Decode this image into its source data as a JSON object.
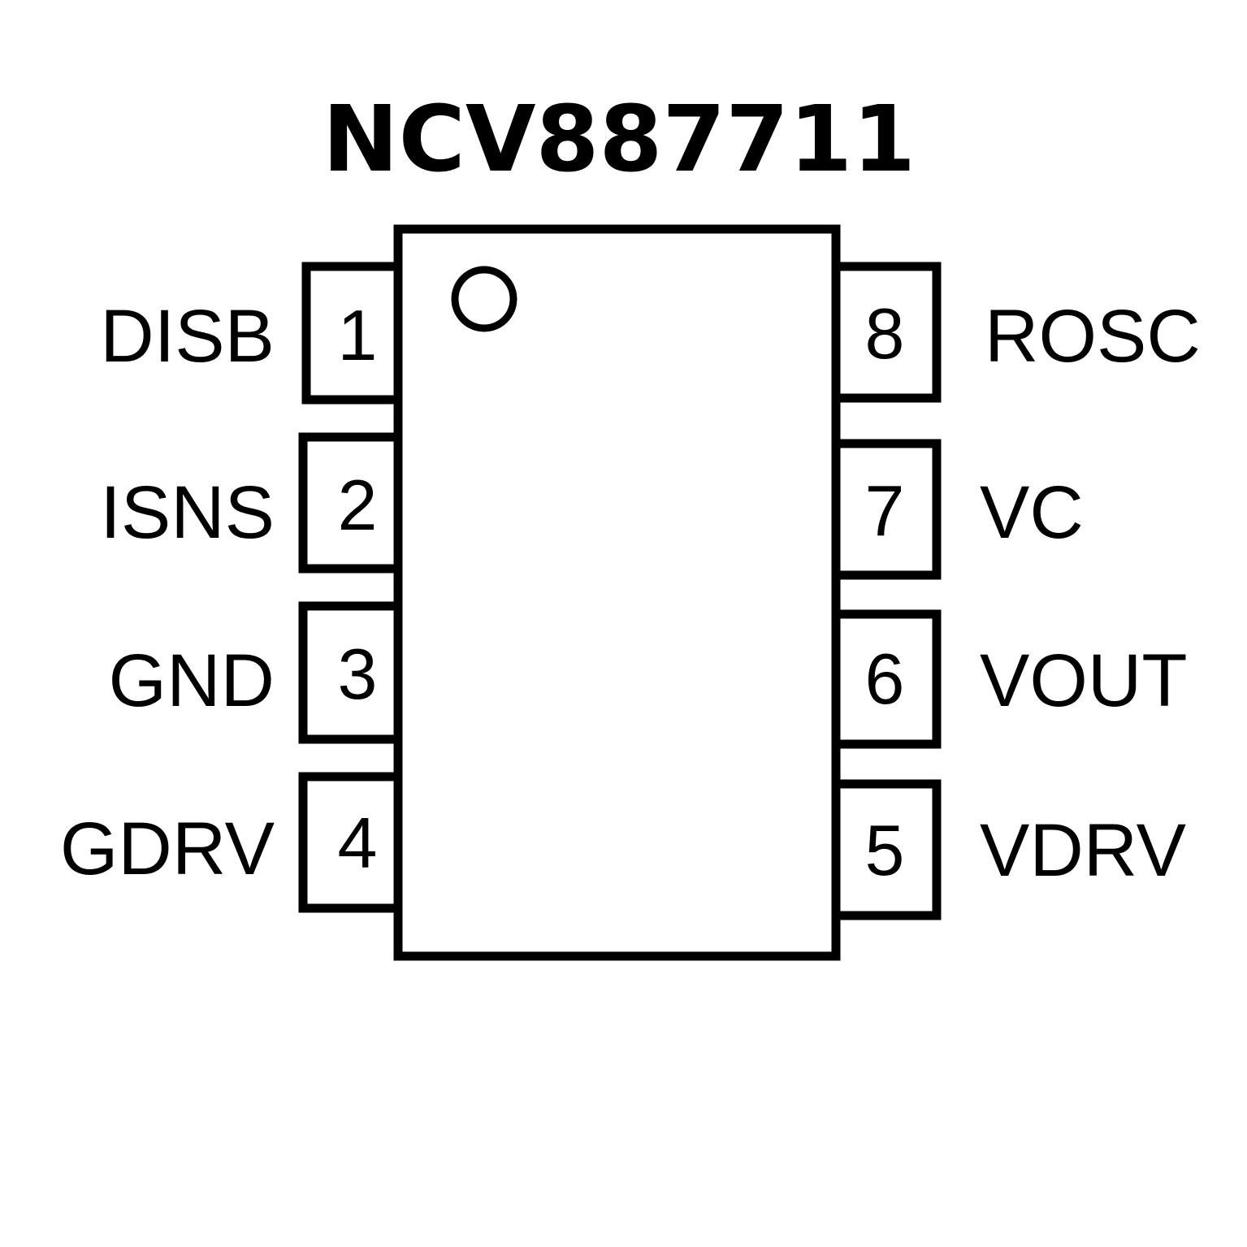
{
  "title": "NCV887711",
  "pins": [
    {
      "number": "1",
      "label": "DISB"
    },
    {
      "number": "2",
      "label": "ISNS"
    },
    {
      "number": "3",
      "label": "GND"
    },
    {
      "number": "4",
      "label": "GDRV"
    },
    {
      "number": "5",
      "label": "VDRV"
    },
    {
      "number": "6",
      "label": "VOUT"
    },
    {
      "number": "7",
      "label": "VC"
    },
    {
      "number": "8",
      "label": "ROSC"
    }
  ]
}
